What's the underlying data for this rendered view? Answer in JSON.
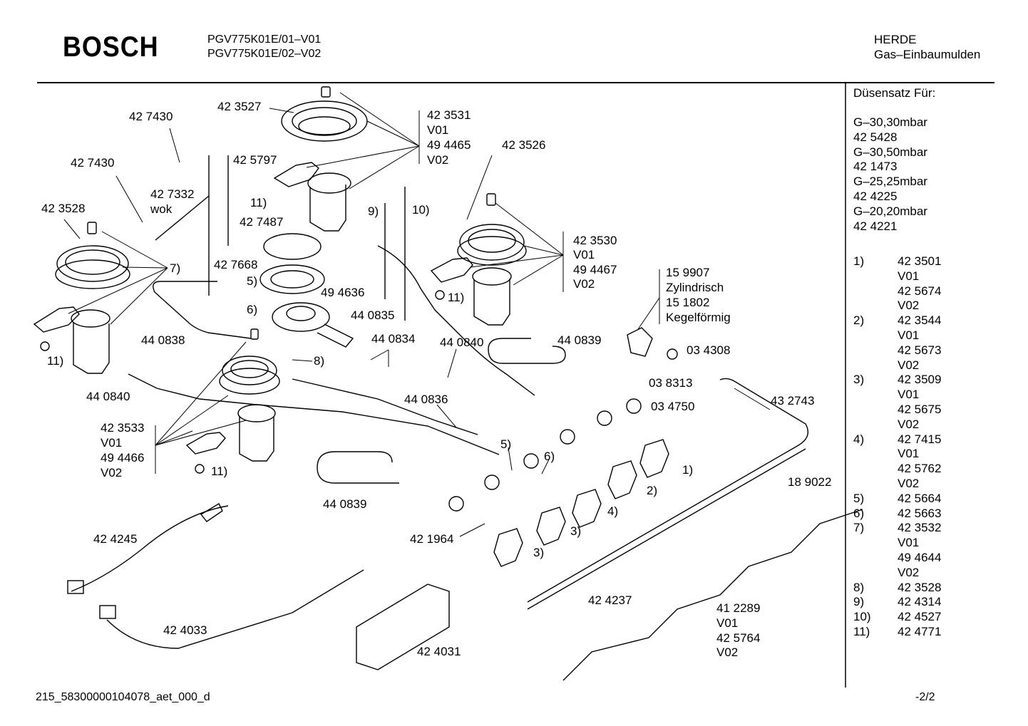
{
  "header": {
    "brand": "BOSCH",
    "models": [
      "PGV775K01E/01–V01",
      "PGV775K01E/02–V02"
    ],
    "category": [
      "HERDE",
      "Gas–Einbaumulden"
    ]
  },
  "footer": {
    "doc_id": "215_58300000104078_aet_000_d",
    "page": "-2/2"
  },
  "sidebar": {
    "title": "Düsensatz Für:",
    "nozzles": [
      "G–30,30mbar",
      "42 5428",
      "G–30,50mbar",
      "42 1473",
      "G–25,25mbar",
      "42 4225",
      "G–20,20mbar",
      "42 4221"
    ],
    "parts": [
      {
        "num": "1)",
        "vals": [
          "42 3501",
          "V01",
          "42 5674",
          "V02"
        ]
      },
      {
        "num": "2)",
        "vals": [
          "42 3544",
          "V01",
          "42 5673",
          "V02"
        ]
      },
      {
        "num": "3)",
        "vals": [
          "42 3509",
          "V01",
          "42 5675",
          "V02"
        ]
      },
      {
        "num": "4)",
        "vals": [
          "42 7415",
          "V01",
          "42 5762",
          "V02"
        ]
      },
      {
        "num": "5)",
        "vals": [
          "42 5664"
        ]
      },
      {
        "num": "6)",
        "vals": [
          "42 5663"
        ]
      },
      {
        "num": "7)",
        "vals": [
          "42 3532",
          "V01",
          "49 4644",
          "V02"
        ]
      },
      {
        "num": "8)",
        "vals": [
          "42 3528"
        ]
      },
      {
        "num": "9)",
        "vals": [
          "42 4314"
        ]
      },
      {
        "num": "10)",
        "vals": [
          "42 4527"
        ]
      },
      {
        "num": "11)",
        "vals": [
          "42 4771"
        ]
      }
    ]
  },
  "labels": [
    "42 3527",
    "42 7430",
    "42 5797",
    "42 3531",
    "V01",
    "49 4465",
    "V02",
    "42 3526",
    "42 7430",
    "42 7332",
    "wok",
    "11)",
    "9)",
    "10)",
    "42 3528",
    "42 7487",
    "7)",
    "42 3530",
    "V01",
    "49 4467",
    "V02",
    "42 7668",
    "5)",
    "6)",
    "49 4636",
    "11)",
    "15 9907",
    "Zylindrisch",
    "15 1802",
    "Kegelförmig",
    "44 0835",
    "44 0838",
    "44 0839",
    "44 0834",
    "44 0840",
    "8)",
    "11)",
    "03 4308",
    "03 8313",
    "03 4750",
    "44 0840",
    "44 0836",
    "43 2743",
    "42 3533",
    "V01",
    "49 4466",
    "V02",
    "11)",
    "5)",
    "6)",
    "1)",
    "18 9022",
    "2)",
    "4)",
    "3)",
    "44 0839",
    "42 4245",
    "42 1964",
    "3)",
    "42 4237",
    "41 2289",
    "V01",
    "42 5764",
    "V02",
    "42 4033",
    "42 4031"
  ]
}
